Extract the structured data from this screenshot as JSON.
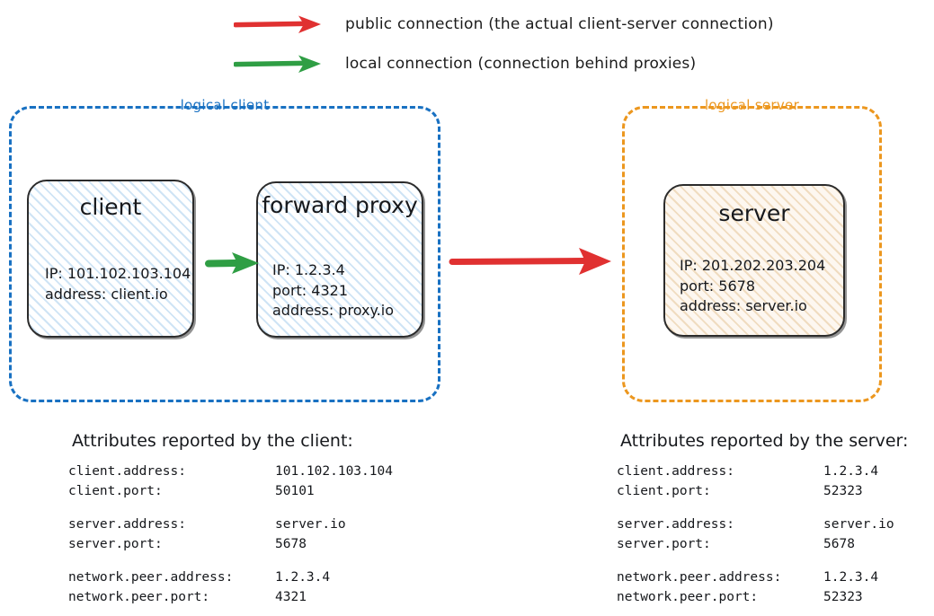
{
  "legend": [
    {
      "id": "public",
      "icon": "red-arrow-icon",
      "color": "#e03131",
      "label": "public connection (the actual client-server connection)"
    },
    {
      "id": "local",
      "icon": "green-arrow-icon",
      "color": "#2f9e44",
      "label": "local connection (connection behind proxies)"
    }
  ],
  "groups": {
    "client": {
      "title": "logical client",
      "color": "#1971c2"
    },
    "server": {
      "title": "logical server",
      "color": "#ec971f"
    }
  },
  "nodes": {
    "client": {
      "title": "client",
      "details": "IP: 101.102.103.104\naddress: client.io"
    },
    "proxy": {
      "title": "forward\nproxy",
      "details": "IP: 1.2.3.4\nport: 4321\naddress: proxy.io"
    },
    "server": {
      "title": "server",
      "details": "IP: 201.202.203.204\nport: 5678\naddress: server.io"
    }
  },
  "arrows": {
    "local": {
      "color": "#2f9e44",
      "from": "client",
      "to": "forward proxy"
    },
    "public": {
      "color": "#e03131",
      "from": "forward proxy",
      "to": "server"
    }
  },
  "attributes": {
    "client": {
      "heading": "Attributes reported by the client:",
      "rows": [
        {
          "key": "client.address:",
          "value": "101.102.103.104"
        },
        {
          "key": "client.port:",
          "value": "50101"
        },
        {
          "gap": true
        },
        {
          "key": "server.address:",
          "value": "server.io"
        },
        {
          "key": "server.port:",
          "value": "5678"
        },
        {
          "gap": true
        },
        {
          "key": "network.peer.address:",
          "value": "1.2.3.4"
        },
        {
          "key": "network.peer.port:",
          "value": "4321"
        }
      ]
    },
    "server": {
      "heading": "Attributes reported by the server:",
      "rows": [
        {
          "key": "client.address:",
          "value": "1.2.3.4"
        },
        {
          "key": "client.port:",
          "value": "52323"
        },
        {
          "gap": true
        },
        {
          "key": "server.address:",
          "value": "server.io"
        },
        {
          "key": "server.port:",
          "value": "5678"
        },
        {
          "gap": true
        },
        {
          "key": "network.peer.address:",
          "value": "1.2.3.4"
        },
        {
          "key": "network.peer.port:",
          "value": "52323"
        }
      ]
    }
  }
}
